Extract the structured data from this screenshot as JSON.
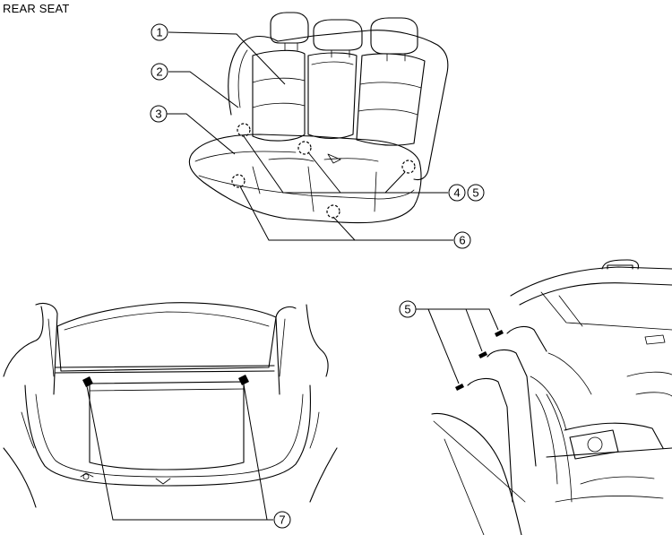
{
  "title": "REAR SEAT",
  "callouts": {
    "c1": "1",
    "c2": "2",
    "c3": "3",
    "c4": "4",
    "c5a": "5",
    "c6": "6",
    "c5b": "5",
    "c7": "7"
  }
}
